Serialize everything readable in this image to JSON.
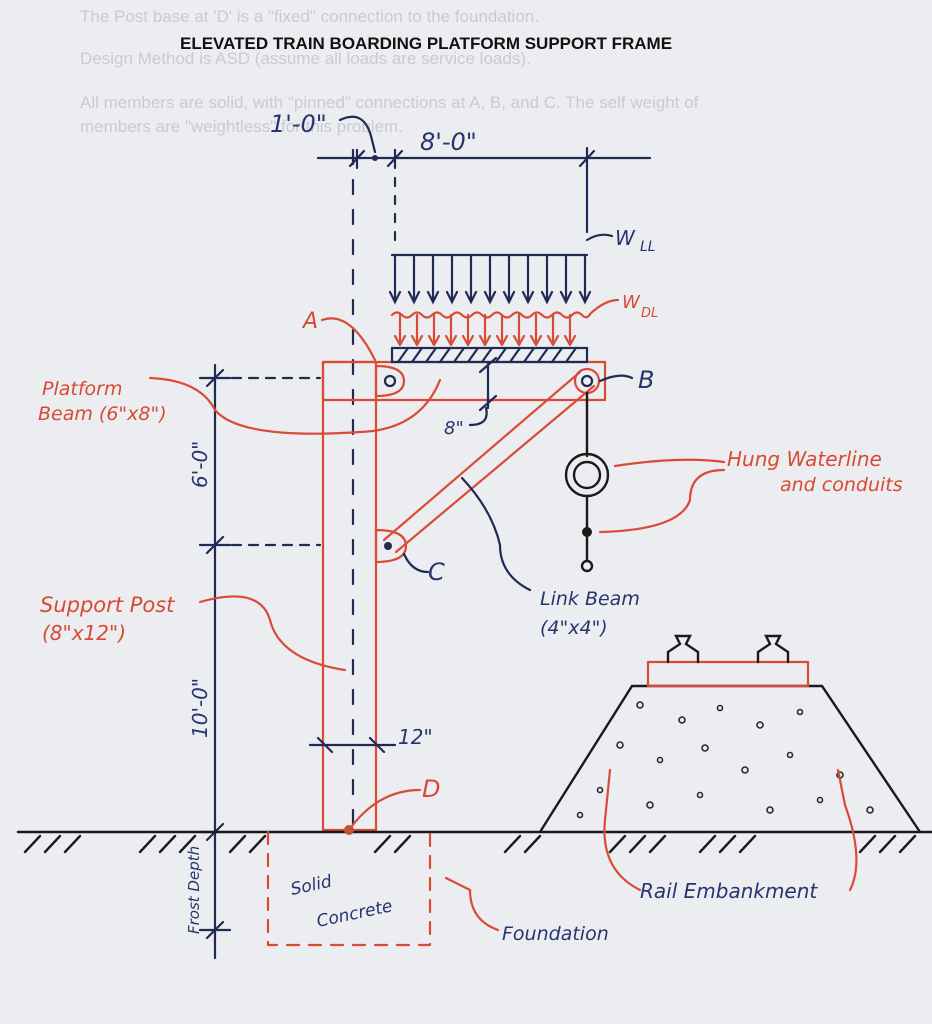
{
  "title": "ELEVATED TRAIN BOARDING PLATFORM SUPPORT FRAME",
  "background_text": [
    "The Post base at 'D' is a \"fixed\" connection to the foundation.",
    "Design Method is ASD (assume all loads are service loads).",
    "All members are solid, with \"pinned\" connections at A, B, and C. The self weight of",
    "members are \"weightless\" for this problem."
  ],
  "dimensions": {
    "post_width": "1'-0\"",
    "beam_span": "8'-0\"",
    "beam_to_link": "6'-0\"",
    "link_to_ground": "10'-0\"",
    "beam_depth": "8\"",
    "post_depth": "12\"",
    "frost_depth": "Frost Depth"
  },
  "loads": {
    "live": "W",
    "live_sub": "LL",
    "dead": "W",
    "dead_sub": "DL"
  },
  "points": {
    "a": "A",
    "b": "B",
    "c": "C",
    "d": "D"
  },
  "labels": {
    "platform_beam_1": "Platform",
    "platform_beam_2": "Beam (6\"x8\")",
    "support_post_1": "Support Post",
    "support_post_2": "(8\"x12\")",
    "link_beam_1": "Link Beam",
    "link_beam_2": "(4\"x4\")",
    "hung_1": "Hung Waterline",
    "hung_2": "and conduits",
    "foundation": "Foundation",
    "solid_concrete_1": "Solid",
    "solid_concrete_2": "Concrete",
    "rail_embankment": "Rail Embankment"
  },
  "colors": {
    "blue_ink": "#27356e",
    "red_ink": "#d84a35",
    "paper": "#ecedf0"
  }
}
